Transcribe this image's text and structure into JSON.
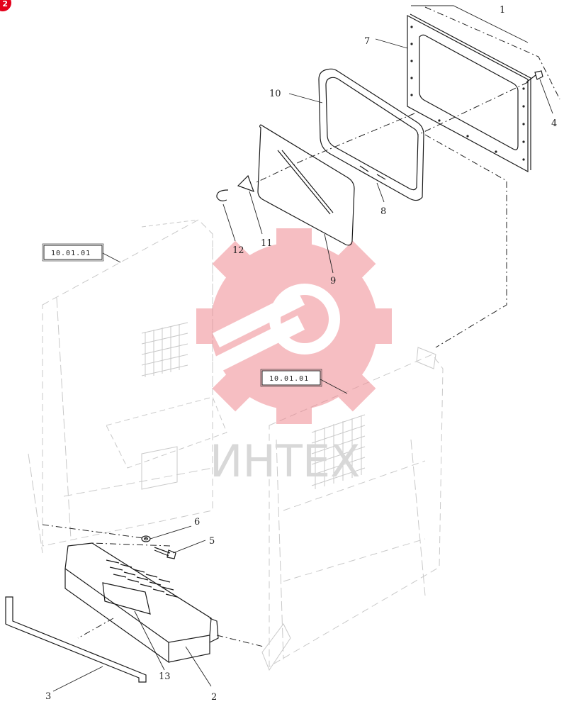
{
  "page_badge": "2",
  "watermark": {
    "text": "ИНТЕХ",
    "color": "#f08a92"
  },
  "references": [
    "10.01.01",
    "10.01.01"
  ],
  "callouts": {
    "c1": "1",
    "c2": "2",
    "c3": "3",
    "c4": "4",
    "c5": "5",
    "c6": "6",
    "c7": "7",
    "c8": "8",
    "c9": "9",
    "c10": "10",
    "c11": "11",
    "c12": "12",
    "c13": "13"
  }
}
